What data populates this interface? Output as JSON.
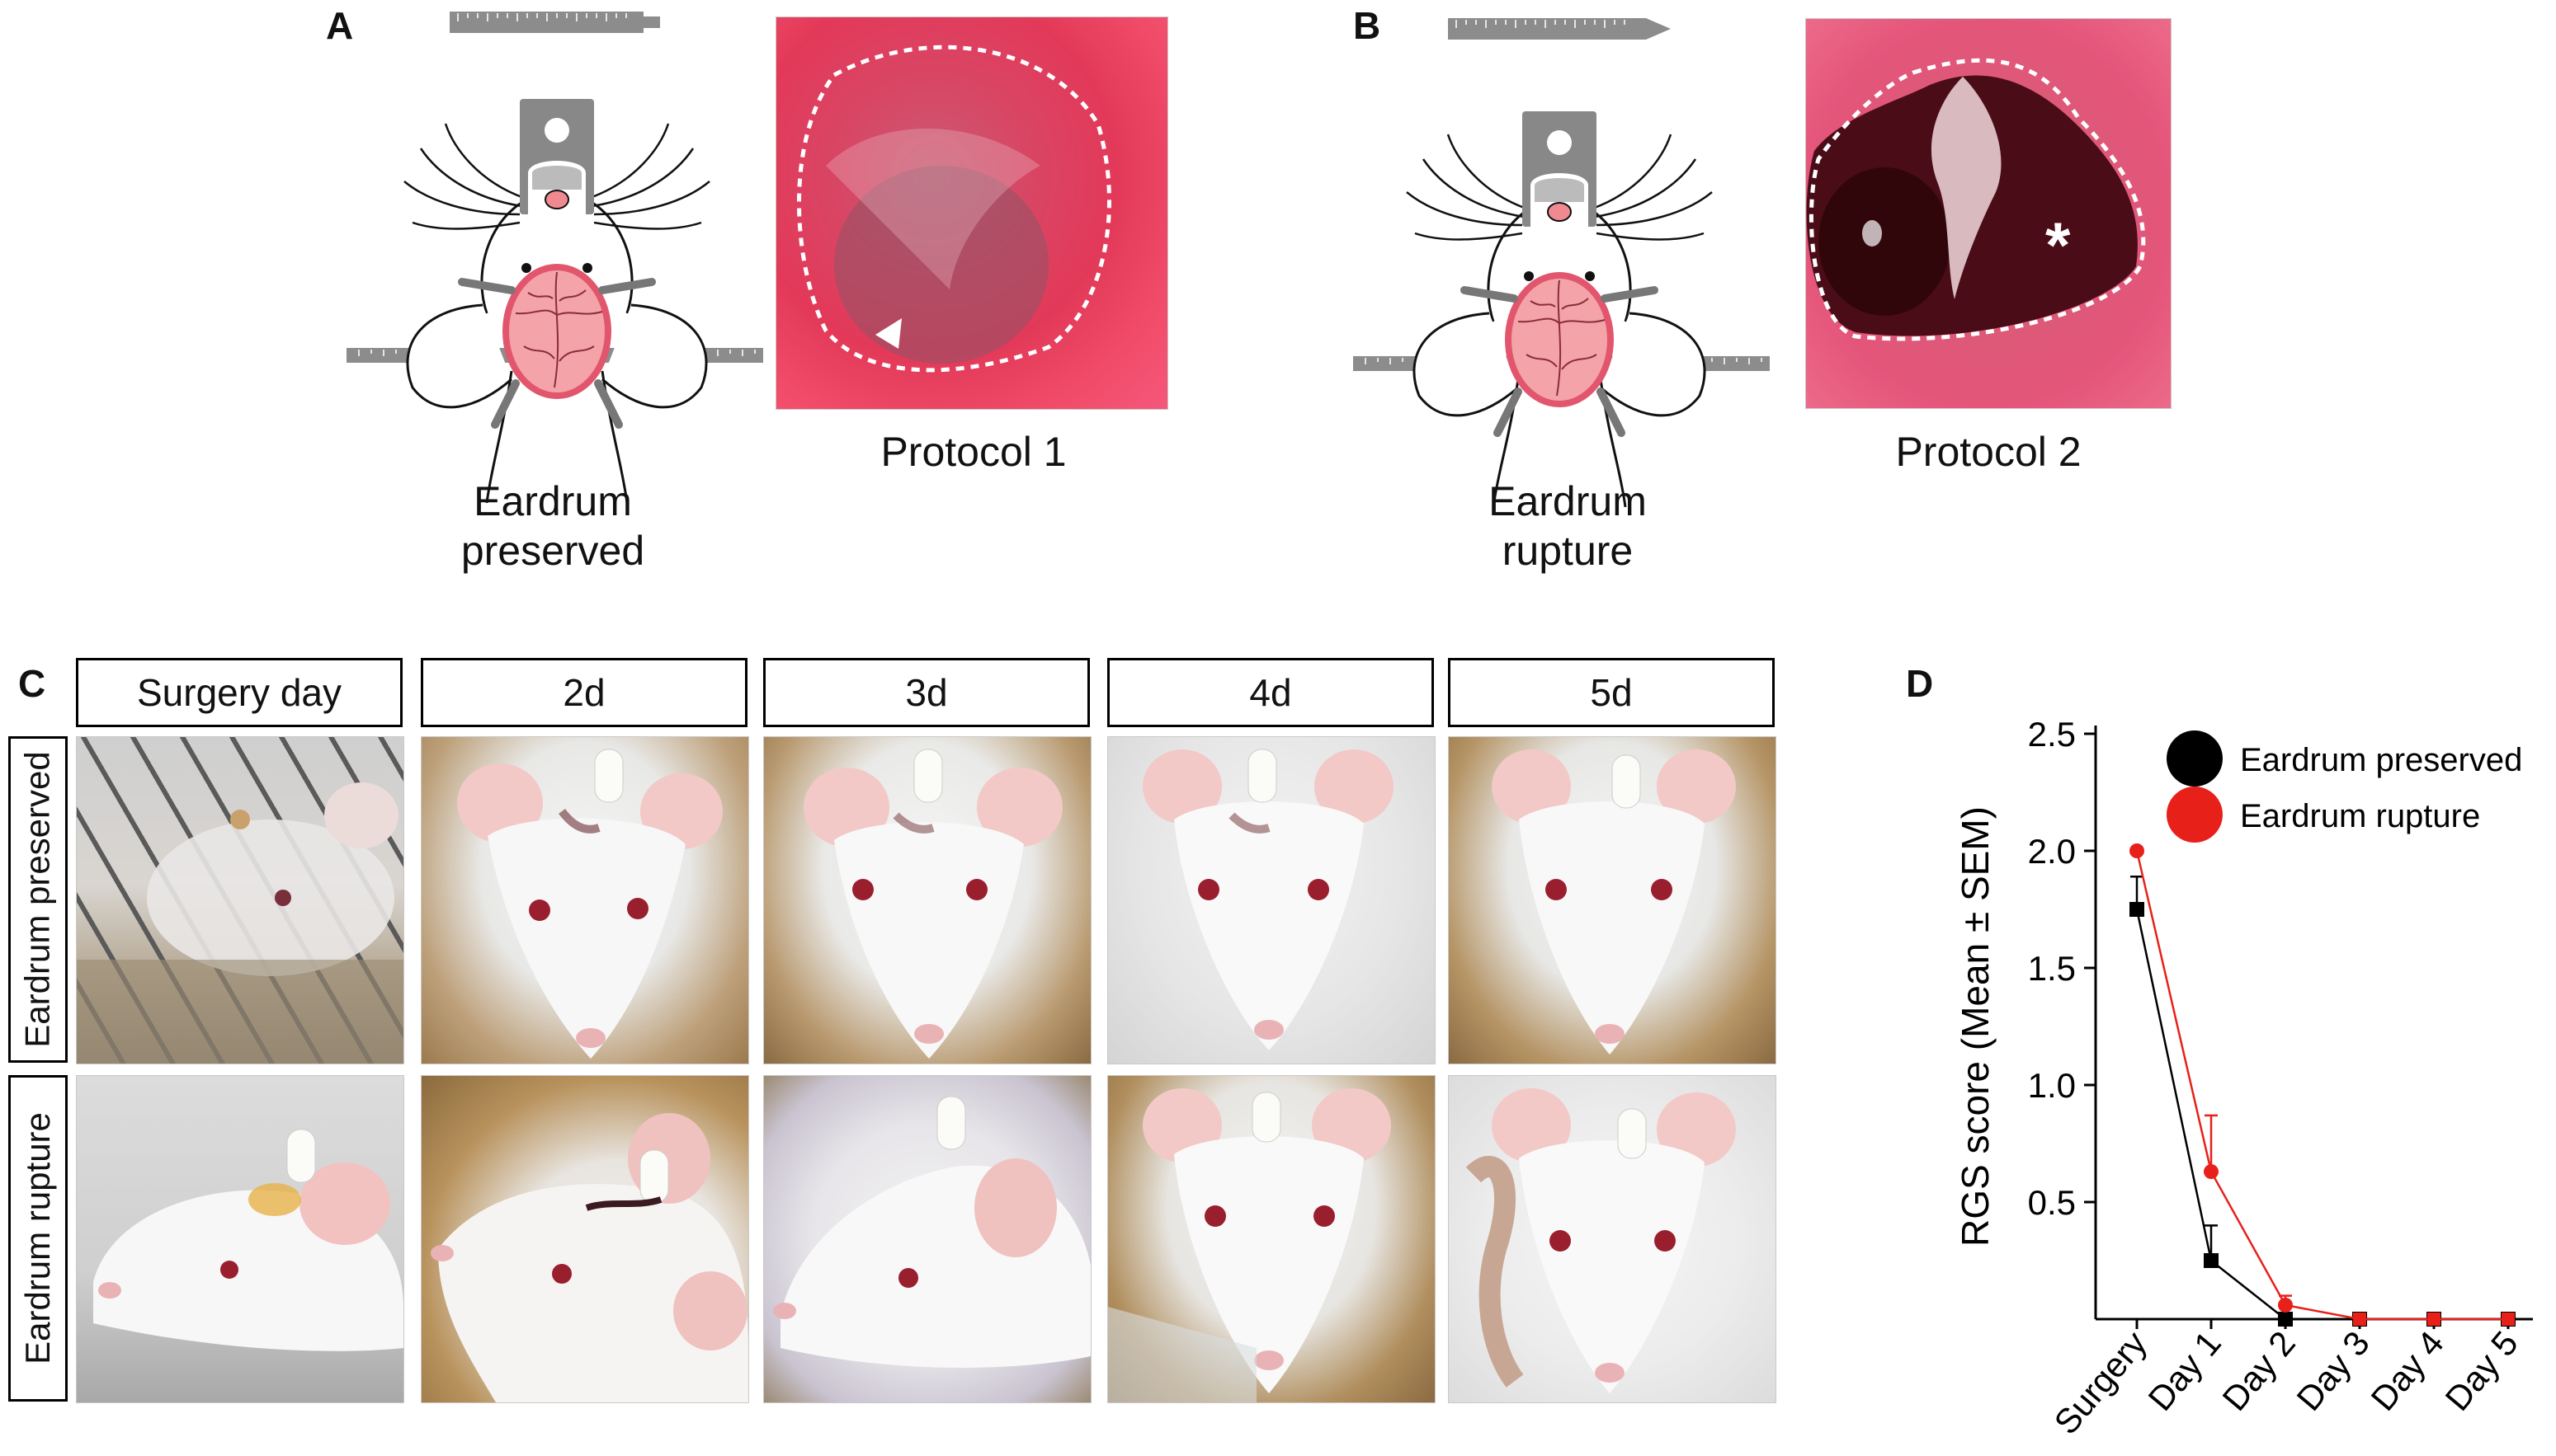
{
  "panels": {
    "A": {
      "letter": "A",
      "caption": "Eardrum\npreserved",
      "caption_line1": "Eardrum",
      "caption_line2": "preserved",
      "protocol": "Protocol 1"
    },
    "B": {
      "letter": "B",
      "caption_line1": "Eardrum",
      "caption_line2": "rupture",
      "protocol": "Protocol 2"
    },
    "C": {
      "letter": "C",
      "days": [
        "Surgery day",
        "2d",
        "3d",
        "4d",
        "5d"
      ],
      "rows": [
        "Eardrum preserved",
        "Eardrum rupture"
      ]
    },
    "D": {
      "letter": "D"
    }
  },
  "photo_marks": {
    "asterisk": "*"
  },
  "colors": {
    "black_series": "#000000",
    "red_series": "#e8201a",
    "tissue_pink": "#e8526a",
    "skull_pink": "#f4a3a8"
  },
  "chart_data": {
    "type": "line",
    "title": "",
    "xlabel": "",
    "ylabel": "RGS score (Mean ± SEM)",
    "categories": [
      "Surgery",
      "Day 1",
      "Day 2",
      "Day 3",
      "Day 4",
      "Day 5"
    ],
    "ylim": [
      0,
      2.5
    ],
    "yticks": [
      "0.5",
      "1.0",
      "1.5",
      "2.0",
      "2.5"
    ],
    "legend_position": "top-right",
    "series": [
      {
        "name": "Eardrum preserved",
        "color": "#000000",
        "marker": "square",
        "values": [
          1.75,
          0.25,
          0.0,
          0.0,
          0.0,
          0.0
        ],
        "errors": [
          0.14,
          0.15,
          0.02,
          0.0,
          0.0,
          0.0
        ]
      },
      {
        "name": "Eardrum rupture",
        "color": "#e8201a",
        "marker": "circle",
        "values": [
          2.0,
          0.63,
          0.06,
          0.0,
          0.0,
          0.0
        ],
        "errors": [
          0.0,
          0.24,
          0.04,
          0.0,
          0.0,
          0.0
        ]
      }
    ]
  }
}
